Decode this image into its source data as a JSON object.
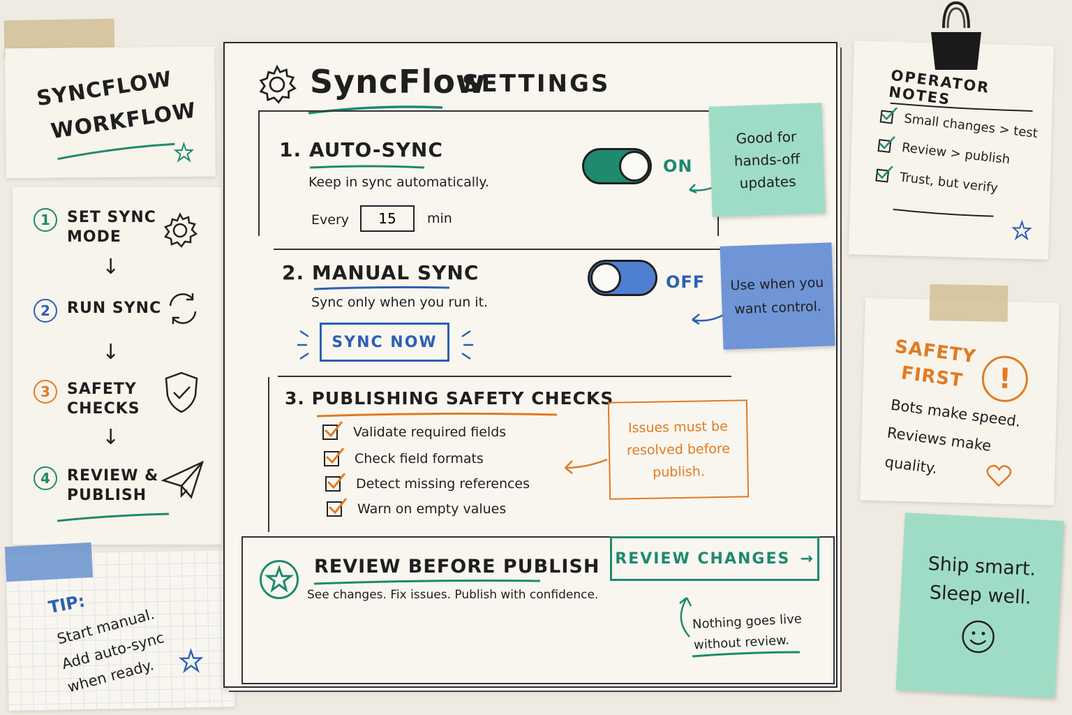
{
  "workflow": {
    "title_line1": "SyncFlow",
    "title_line2": "Workflow",
    "steps": [
      {
        "num": "1",
        "label_line1": "Set Sync",
        "label_line2": "Mode",
        "icon": "gear-icon"
      },
      {
        "num": "2",
        "label_line1": "Run Sync",
        "label_line2": "",
        "icon": "refresh-icon"
      },
      {
        "num": "3",
        "label_line1": "Safety",
        "label_line2": "Checks",
        "icon": "shield-check-icon"
      },
      {
        "num": "4",
        "label_line1": "Review &",
        "label_line2": "Publish",
        "icon": "paper-plane-icon"
      }
    ]
  },
  "tip": {
    "label": "TIP:",
    "line1": "Start manual.",
    "line2": "Add auto-sync",
    "line3": "when ready."
  },
  "settings": {
    "app_name": "SyncFlow",
    "title": "Settings",
    "auto_sync": {
      "title": "1. Auto-Sync",
      "description": "Keep in sync automatically.",
      "every_label": "Every",
      "interval_value": "15",
      "unit_label": "min",
      "state": "ON",
      "enabled": true
    },
    "auto_sync_note": {
      "line1": "Good for",
      "line2": "hands-off",
      "line3": "updates"
    },
    "manual_sync": {
      "title": "2. Manual Sync",
      "description": "Sync only when you run it.",
      "state": "OFF",
      "enabled": false,
      "button_label": "Sync Now"
    },
    "manual_sync_note": {
      "line1": "Use when you",
      "line2": "want control."
    },
    "safety": {
      "title": "3. Publishing Safety Checks",
      "checks": [
        "Validate required fields",
        "Check field formats",
        "Detect missing references",
        "Warn on empty values"
      ]
    },
    "safety_note": {
      "line1": "Issues must be",
      "line2": "resolved before",
      "line3": "publish."
    },
    "review": {
      "title": "Review Before Publish",
      "description": "See changes. Fix issues. Publish with confidence.",
      "button_label": "Review Changes",
      "note_line1": "Nothing goes live",
      "note_line2": "without review."
    }
  },
  "operator_notes": {
    "title": "Operator Notes",
    "items": [
      "Small changes > test",
      "Review > publish",
      "Trust, but verify"
    ]
  },
  "safety_first": {
    "title_line1": "Safety",
    "title_line2": "First",
    "line1": "Bots make speed.",
    "line2": "Reviews make",
    "line3": "quality."
  },
  "ship_note": {
    "line1": "Ship smart.",
    "line2": "Sleep well."
  },
  "colors": {
    "teal": "#1e8a6e",
    "blue": "#2f5fb3",
    "orange": "#e07b22",
    "sticky_teal": "#9fdcc6",
    "sticky_blue": "#6f95d6"
  }
}
